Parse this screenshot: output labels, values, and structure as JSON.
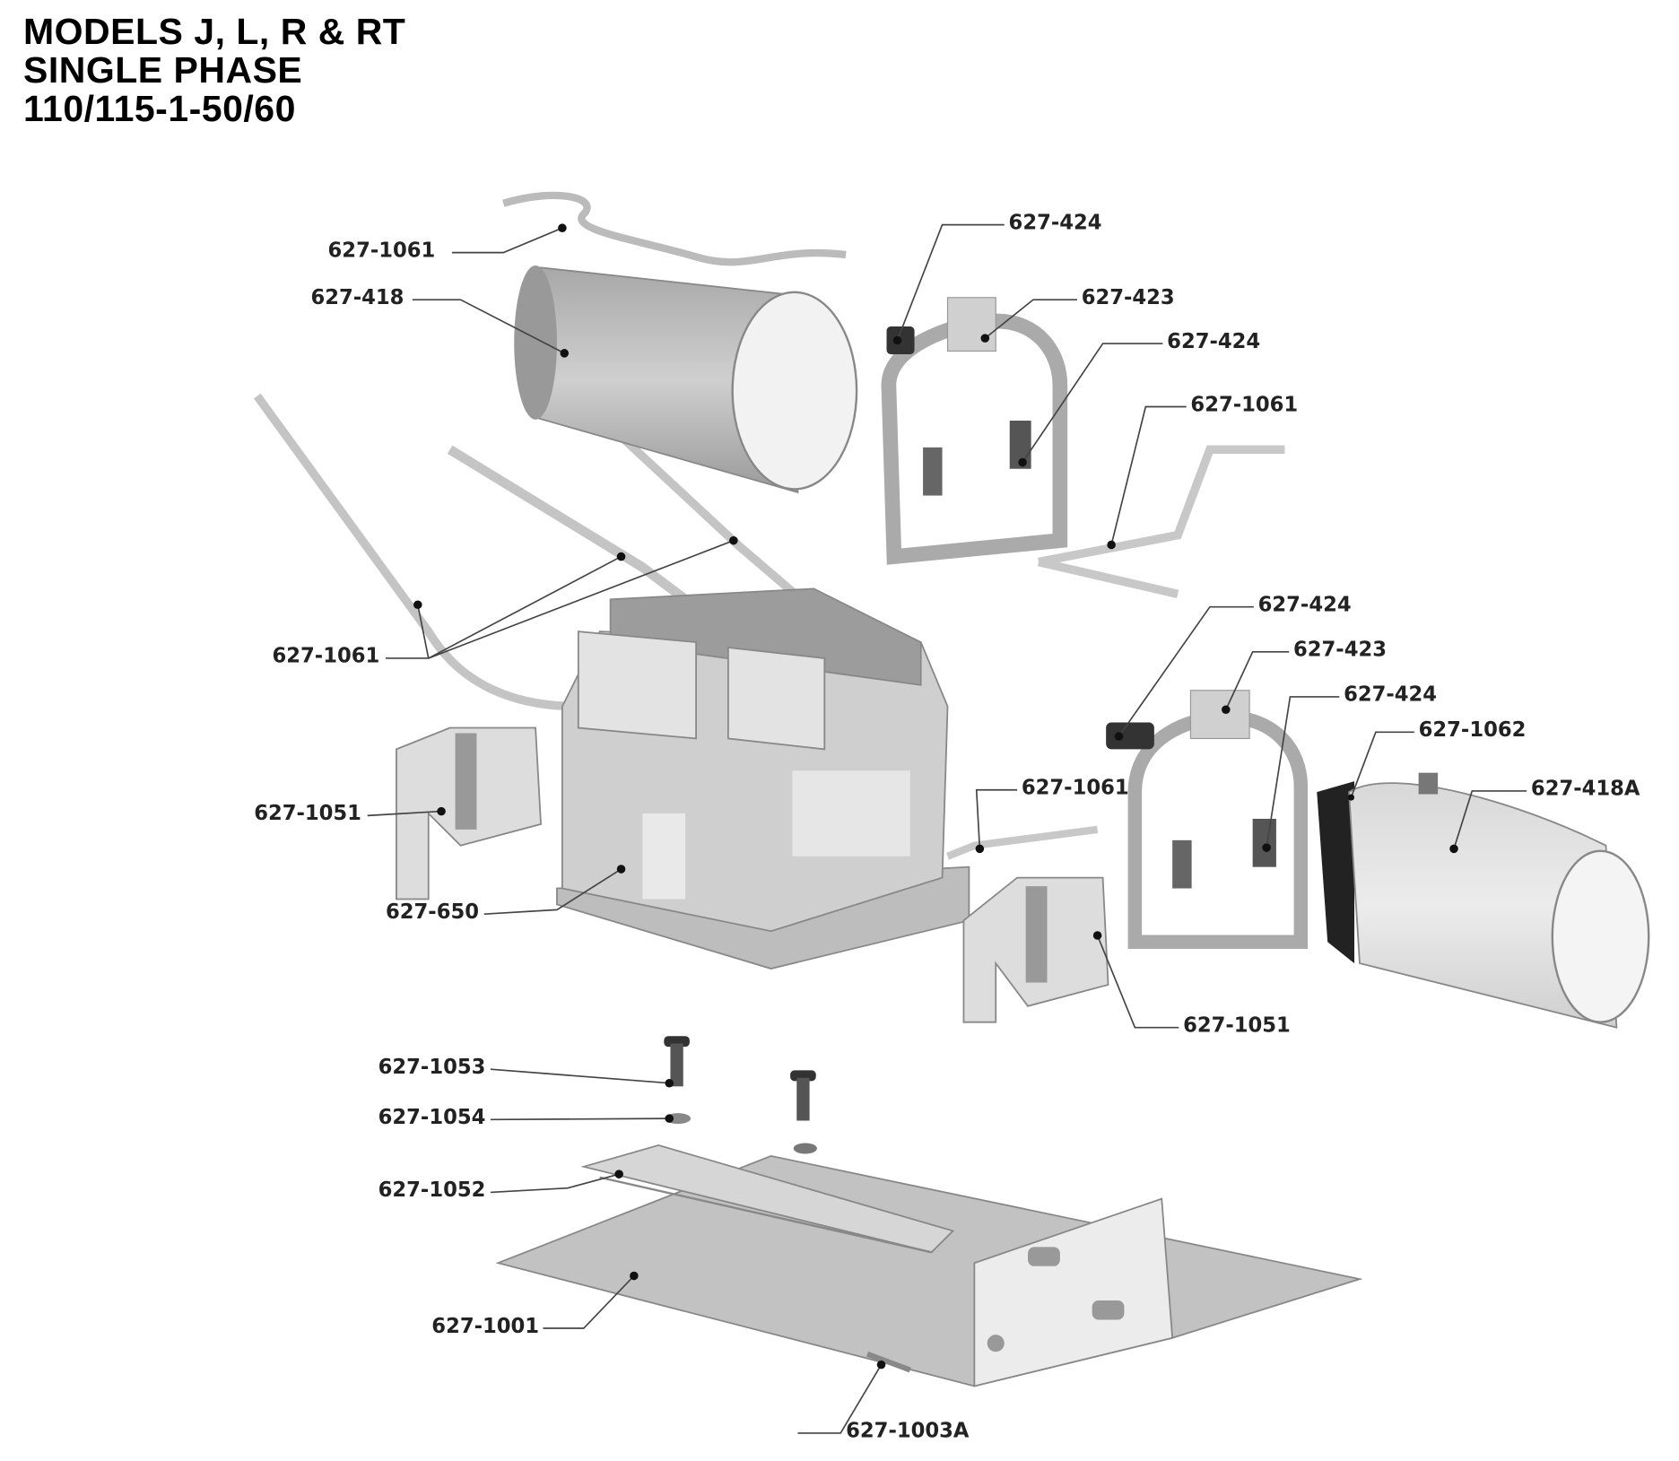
{
  "title": {
    "line1": "MODELS J, L, R & RT",
    "line2": "SINGLE PHASE",
    "line3": "110/115-1-50/60"
  },
  "callouts": [
    "627-1061",
    "627-418",
    "627-424",
    "627-423",
    "627-424",
    "627-1061",
    "627-1061",
    "627-1051",
    "627-1061",
    "627-650",
    "627-424",
    "627-423",
    "627-424",
    "627-1062",
    "627-418A",
    "627-1051",
    "627-1053",
    "627-1054",
    "627-1052",
    "627-1001",
    "627-1003A"
  ]
}
